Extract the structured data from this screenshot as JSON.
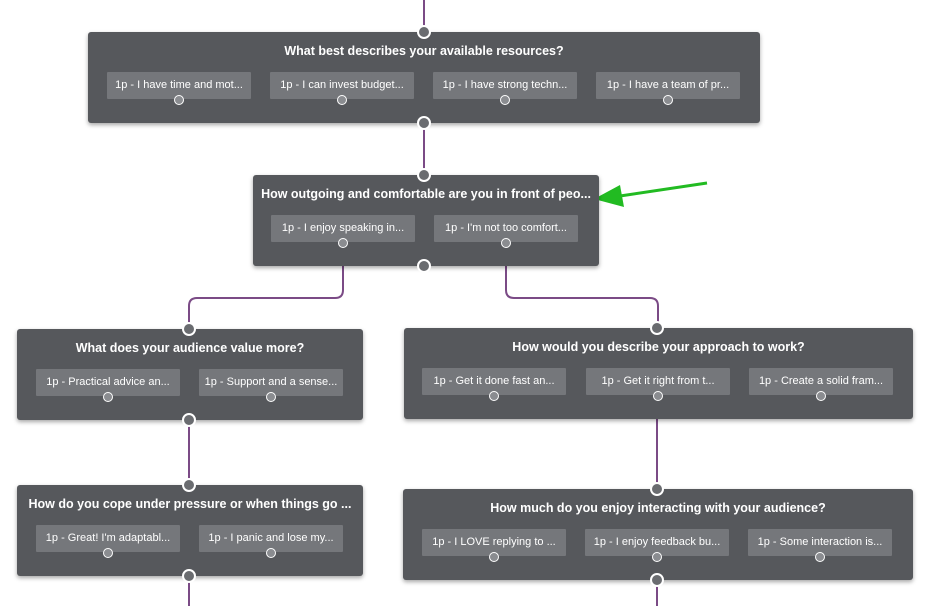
{
  "nodes": {
    "resources": {
      "title": "What best describes your available resources?",
      "options": [
        "1p - I have time and mot...",
        "1p - I can invest budget...",
        "1p - I have strong techn...",
        "1p - I have a team of pr..."
      ]
    },
    "outgoing": {
      "title": "How outgoing and comfortable are you in front of peo...",
      "options": [
        "1p - I enjoy speaking in...",
        "1p - I'm not too comfort..."
      ]
    },
    "audience_value": {
      "title": "What does your audience value more?",
      "options": [
        "1p - Practical advice an...",
        "1p - Support and a sense..."
      ]
    },
    "approach": {
      "title": "How would you describe your approach to work?",
      "options": [
        "1p - Get it done fast an...",
        "1p - Get it right from t...",
        "1p - Create a solid fram..."
      ]
    },
    "pressure": {
      "title": "How do you cope under pressure or when things go ...",
      "options": [
        "1p - Great! I'm adaptabl...",
        "1p - I panic and lose my..."
      ]
    },
    "interacting": {
      "title": "How much do you enjoy interacting with your audience?",
      "options": [
        "1p - I LOVE replying to ...",
        "1p - I enjoy feedback bu...",
        "1p - Some interaction is..."
      ]
    }
  },
  "colors": {
    "node_bg": "#56585c",
    "option_bg": "#75777b",
    "connector": "#7b4b86",
    "annotation_arrow": "#22bb22"
  }
}
